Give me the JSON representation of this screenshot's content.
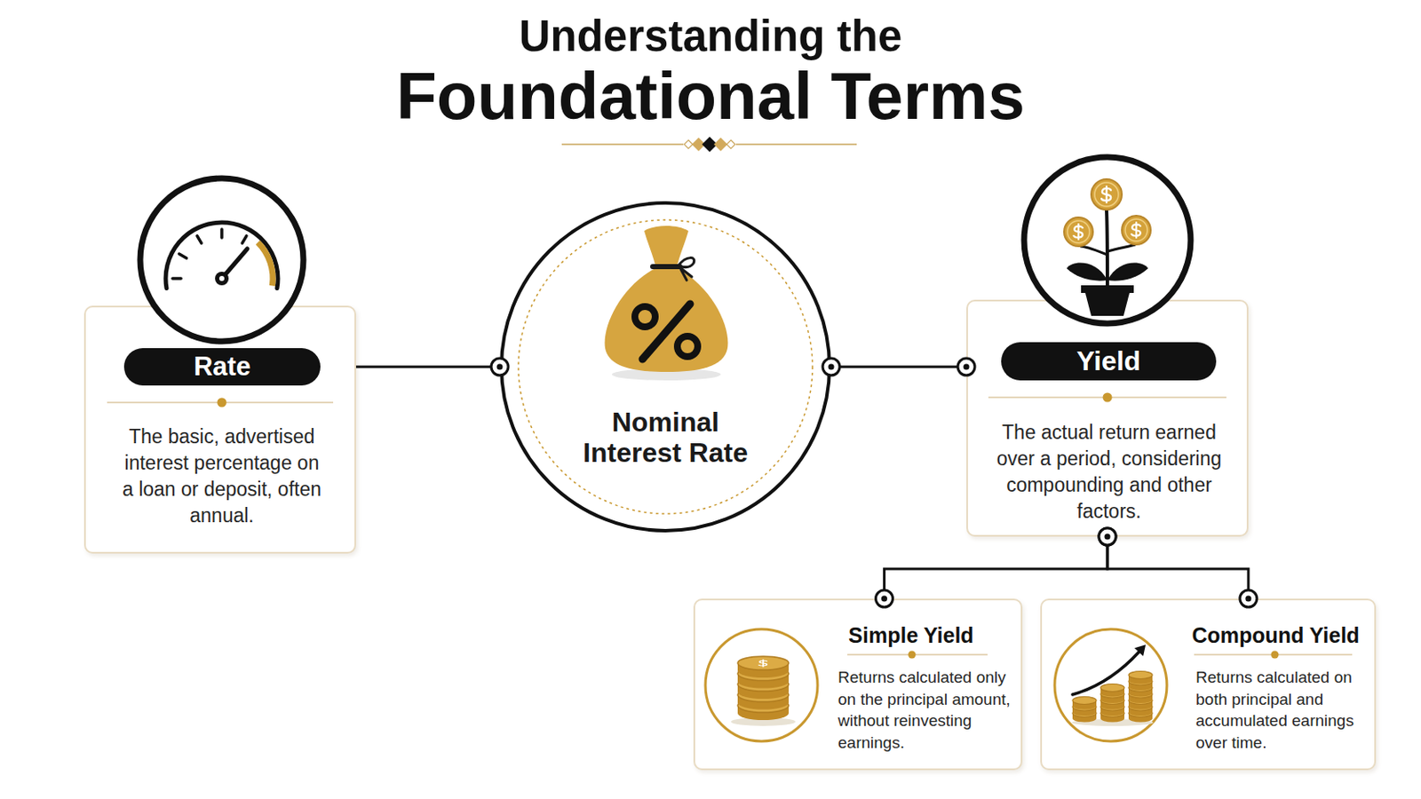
{
  "diagram": {
    "title": "Understanding the Foundational Terms",
    "nodes": [
      {
        "text": [
          "Rate",
          "The basic, advertised interest percentage on a loan or deposit, often annual."
        ]
      },
      {
        "text": [
          "Nominal Interest Rate"
        ]
      },
      {
        "text": [
          "Yield",
          "The actual return earned over a period, considering compounding and other factors."
        ]
      },
      {
        "text": [
          "Simple Yield",
          "Returns calculated only on the principal amount, without reinvesting earnings."
        ]
      },
      {
        "text": [
          "Compound Yield",
          "Returns calculated on both principal and accumulated earnings over time."
        ]
      }
    ],
    "edges": [
      {
        "from": 0,
        "to": 1,
        "arrow": "none"
      },
      {
        "from": 1,
        "to": 2,
        "arrow": "none"
      },
      {
        "from": 2,
        "to": 3,
        "arrow": "none"
      },
      {
        "from": 2,
        "to": 4,
        "arrow": "none"
      }
    ]
  }
}
